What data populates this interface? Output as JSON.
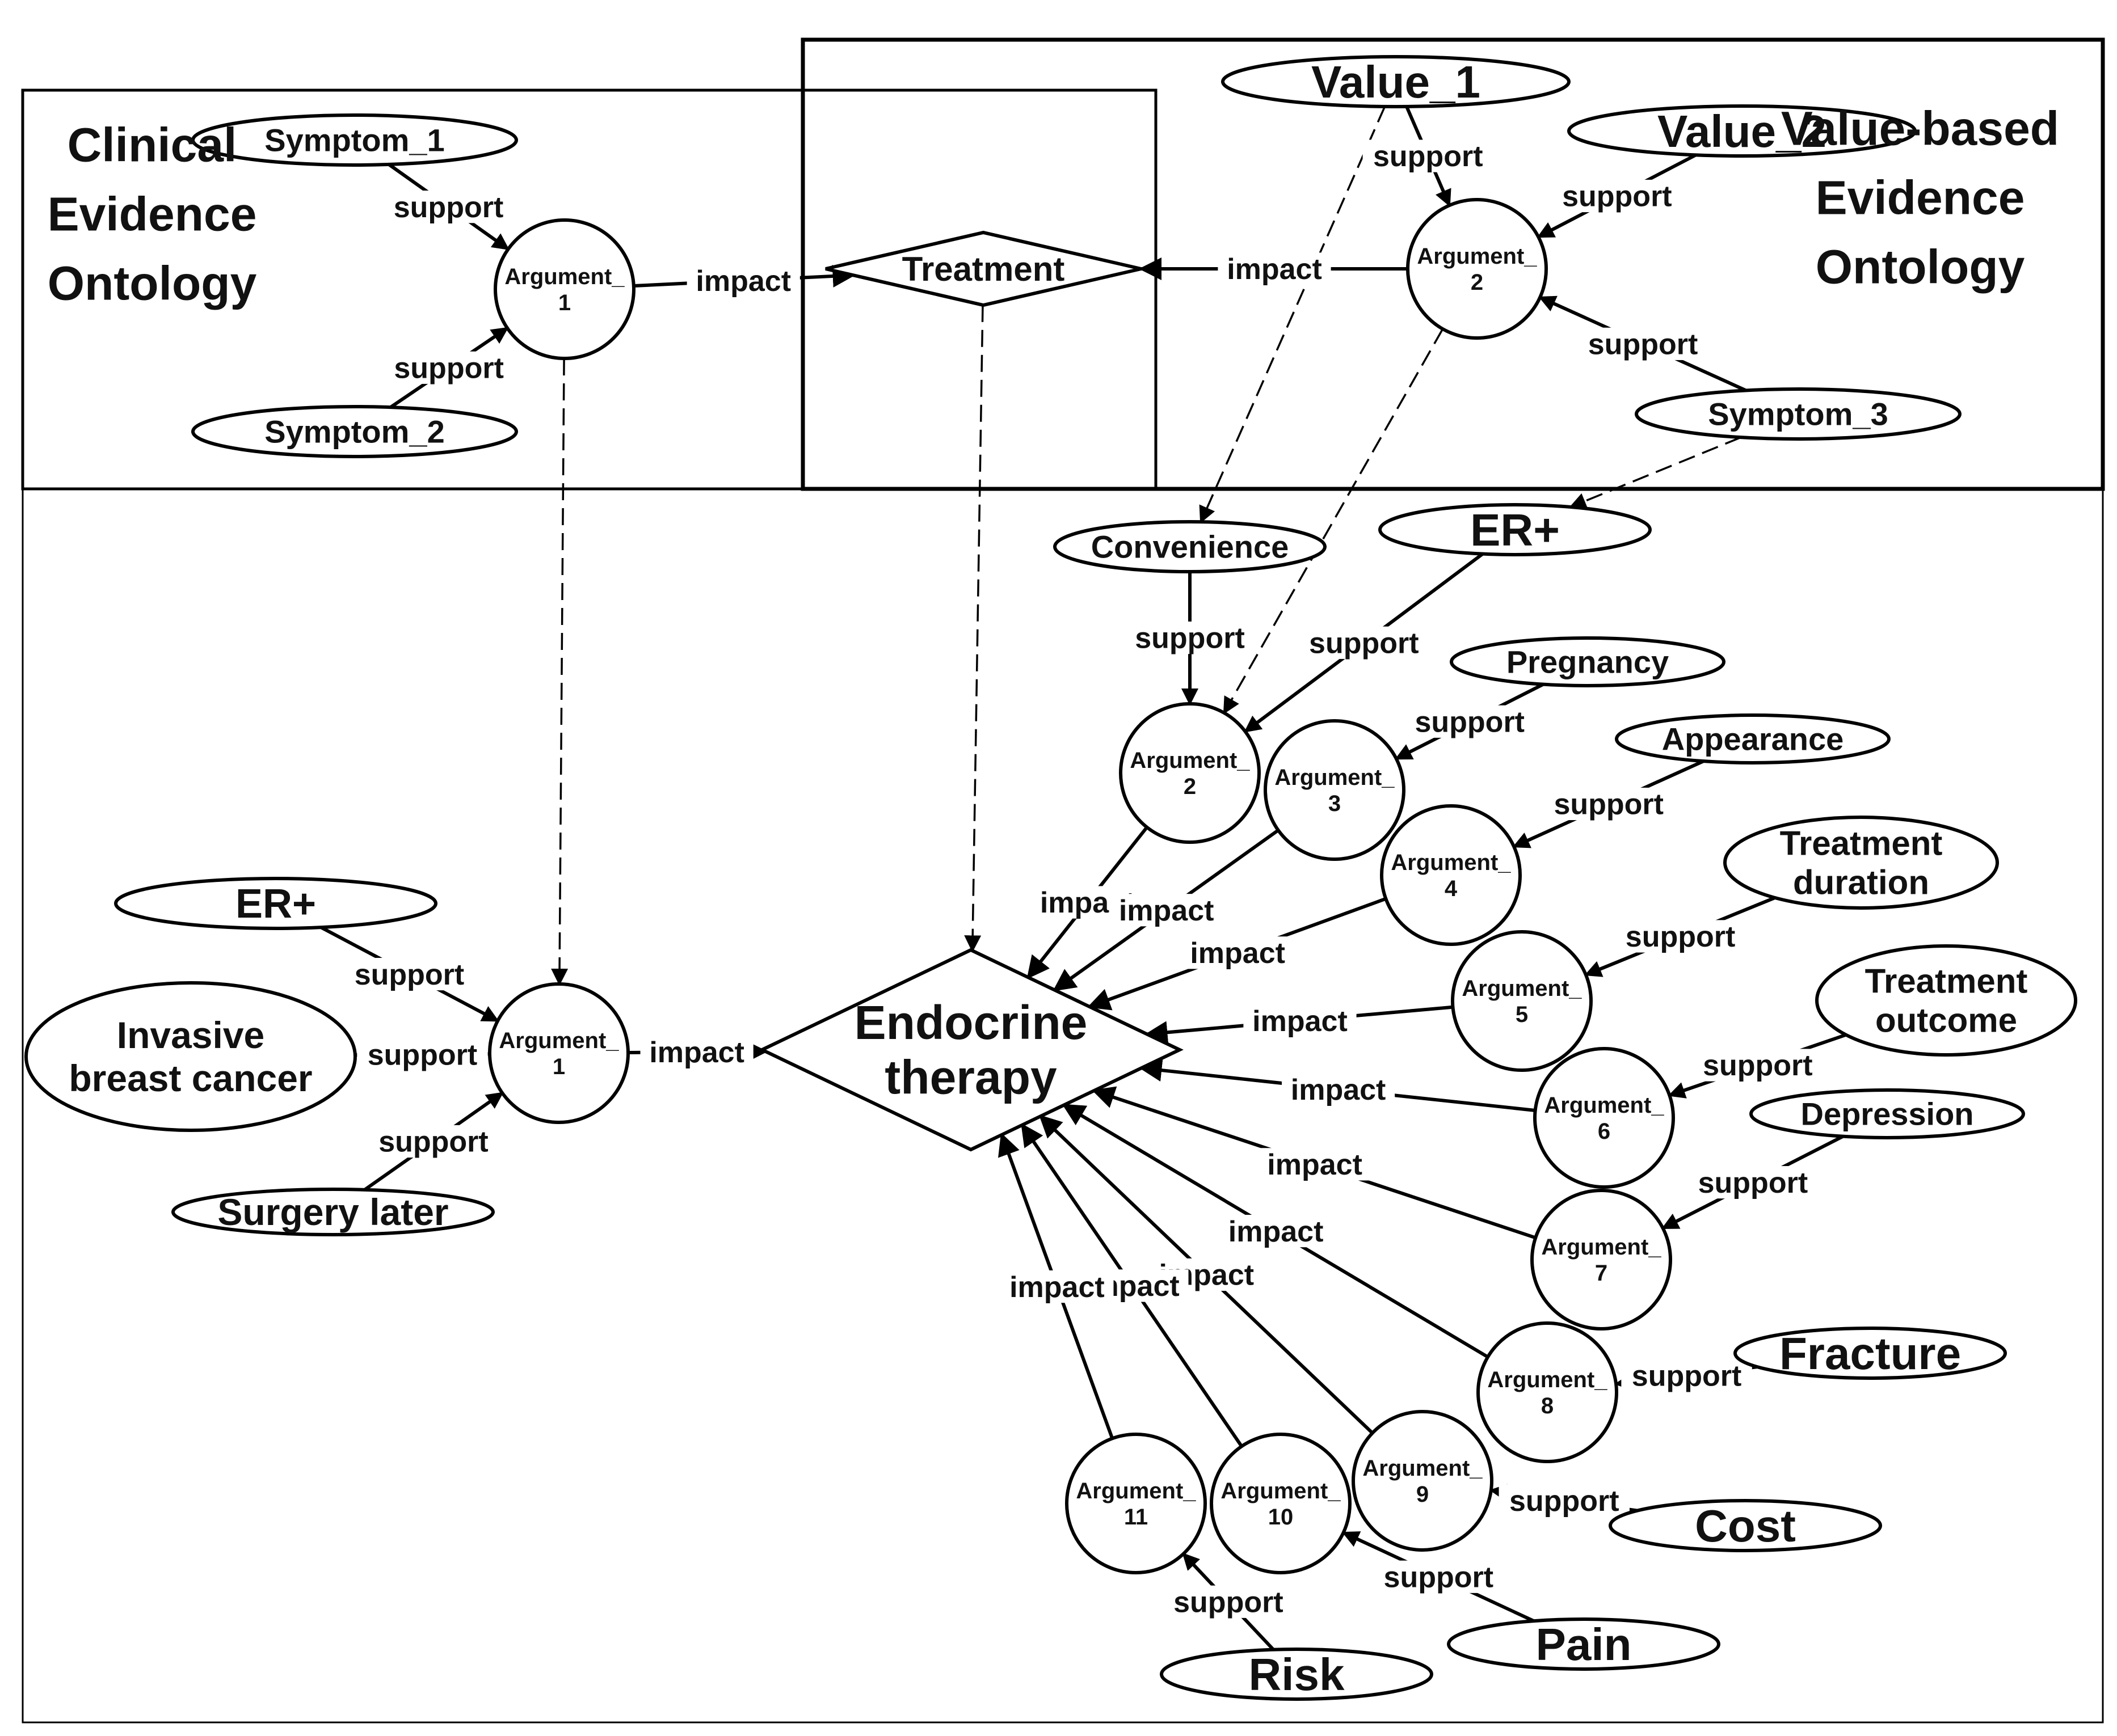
{
  "regions": {
    "clinical": "Clinical\nEvidence\nOntology",
    "value_based": "Value-based\nEvidence\nOntology"
  },
  "nodes": {
    "symptom_1": "Symptom_1",
    "symptom_2": "Symptom_2",
    "arg1_top": "Argument_\n1",
    "treatment": "Treatment",
    "value_1": "Value_1",
    "value_2": "Value_2",
    "arg2_top": "Argument_\n2",
    "symptom_3": "Symptom_3",
    "convenience": "Convenience",
    "er_plus_right": "ER+",
    "pregnancy": "Pregnancy",
    "appearance": "Appearance",
    "treatment_duration": "Treatment\nduration",
    "treatment_outcome": "Treatment\noutcome",
    "depression": "Depression",
    "fracture": "Fracture",
    "cost": "Cost",
    "pain": "Pain",
    "risk": "Risk",
    "er_plus_left": "ER+",
    "invasive": "Invasive\nbreast cancer",
    "surgery_later": "Surgery later",
    "arg1_bottom": "Argument_\n1",
    "endocrine": "Endocrine\ntherapy",
    "arg_2": "Argument_\n2",
    "arg_3": "Argument_\n3",
    "arg_4": "Argument_\n4",
    "arg_5": "Argument_\n5",
    "arg_6": "Argument_\n6",
    "arg_7": "Argument_\n7",
    "arg_8": "Argument_\n8",
    "arg_9": "Argument_\n9",
    "arg_10": "Argument_\n10",
    "arg_11": "Argument_\n11"
  },
  "edge_labels": {
    "support": "support",
    "impact": "impact"
  },
  "edges": [
    {
      "from": "symptom_1",
      "to": "arg1_top",
      "label": "support"
    },
    {
      "from": "symptom_2",
      "to": "arg1_top",
      "label": "support"
    },
    {
      "from": "arg1_top",
      "to": "treatment",
      "label": "impact"
    },
    {
      "from": "arg2_top",
      "to": "treatment",
      "label": "impact"
    },
    {
      "from": "value_1",
      "to": "arg2_top",
      "label": "support"
    },
    {
      "from": "value_2",
      "to": "arg2_top",
      "label": "support"
    },
    {
      "from": "symptom_3",
      "to": "arg2_top",
      "label": "support"
    },
    {
      "from": "convenience",
      "to": "arg_2",
      "label": "support"
    },
    {
      "from": "er_plus_right",
      "to": "arg_2",
      "label": "support"
    },
    {
      "from": "pregnancy",
      "to": "arg_3",
      "label": "support"
    },
    {
      "from": "appearance",
      "to": "arg_4",
      "label": "support"
    },
    {
      "from": "treatment_duration",
      "to": "arg_5",
      "label": "support"
    },
    {
      "from": "treatment_outcome",
      "to": "arg_6",
      "label": "support"
    },
    {
      "from": "depression",
      "to": "arg_7",
      "label": "support"
    },
    {
      "from": "fracture",
      "to": "arg_8",
      "label": "support"
    },
    {
      "from": "cost",
      "to": "arg_9",
      "label": "support"
    },
    {
      "from": "pain",
      "to": "arg_10",
      "label": "support"
    },
    {
      "from": "risk",
      "to": "arg_11",
      "label": "support"
    },
    {
      "from": "er_plus_left",
      "to": "arg1_bottom",
      "label": "support"
    },
    {
      "from": "invasive",
      "to": "arg1_bottom",
      "label": "support"
    },
    {
      "from": "surgery_later",
      "to": "arg1_bottom",
      "label": "support"
    },
    {
      "from": "arg1_bottom",
      "to": "endocrine",
      "label": "impact"
    },
    {
      "from": "arg_2",
      "to": "endocrine",
      "label": "impact"
    },
    {
      "from": "arg_3",
      "to": "endocrine",
      "label": "impact"
    },
    {
      "from": "arg_4",
      "to": "endocrine",
      "label": "impact"
    },
    {
      "from": "arg_5",
      "to": "endocrine",
      "label": "impact"
    },
    {
      "from": "arg_6",
      "to": "endocrine",
      "label": "impact"
    },
    {
      "from": "arg_7",
      "to": "endocrine",
      "label": "impact"
    },
    {
      "from": "arg_8",
      "to": "endocrine",
      "label": "impact"
    },
    {
      "from": "arg_9",
      "to": "endocrine",
      "label": "impact"
    },
    {
      "from": "arg_10",
      "to": "endocrine",
      "label": "impact"
    },
    {
      "from": "arg_11",
      "to": "endocrine",
      "label": "impact"
    }
  ],
  "mappings": [
    {
      "from": "arg1_top",
      "to": "arg1_bottom"
    },
    {
      "from": "treatment",
      "to": "endocrine"
    },
    {
      "from": "arg2_top",
      "to": "arg_2"
    },
    {
      "from": "value_1",
      "to": "convenience"
    },
    {
      "from": "symptom_3",
      "to": "er_plus_right"
    }
  ],
  "colors": {
    "stroke": "#000000",
    "background": "#ffffff"
  }
}
